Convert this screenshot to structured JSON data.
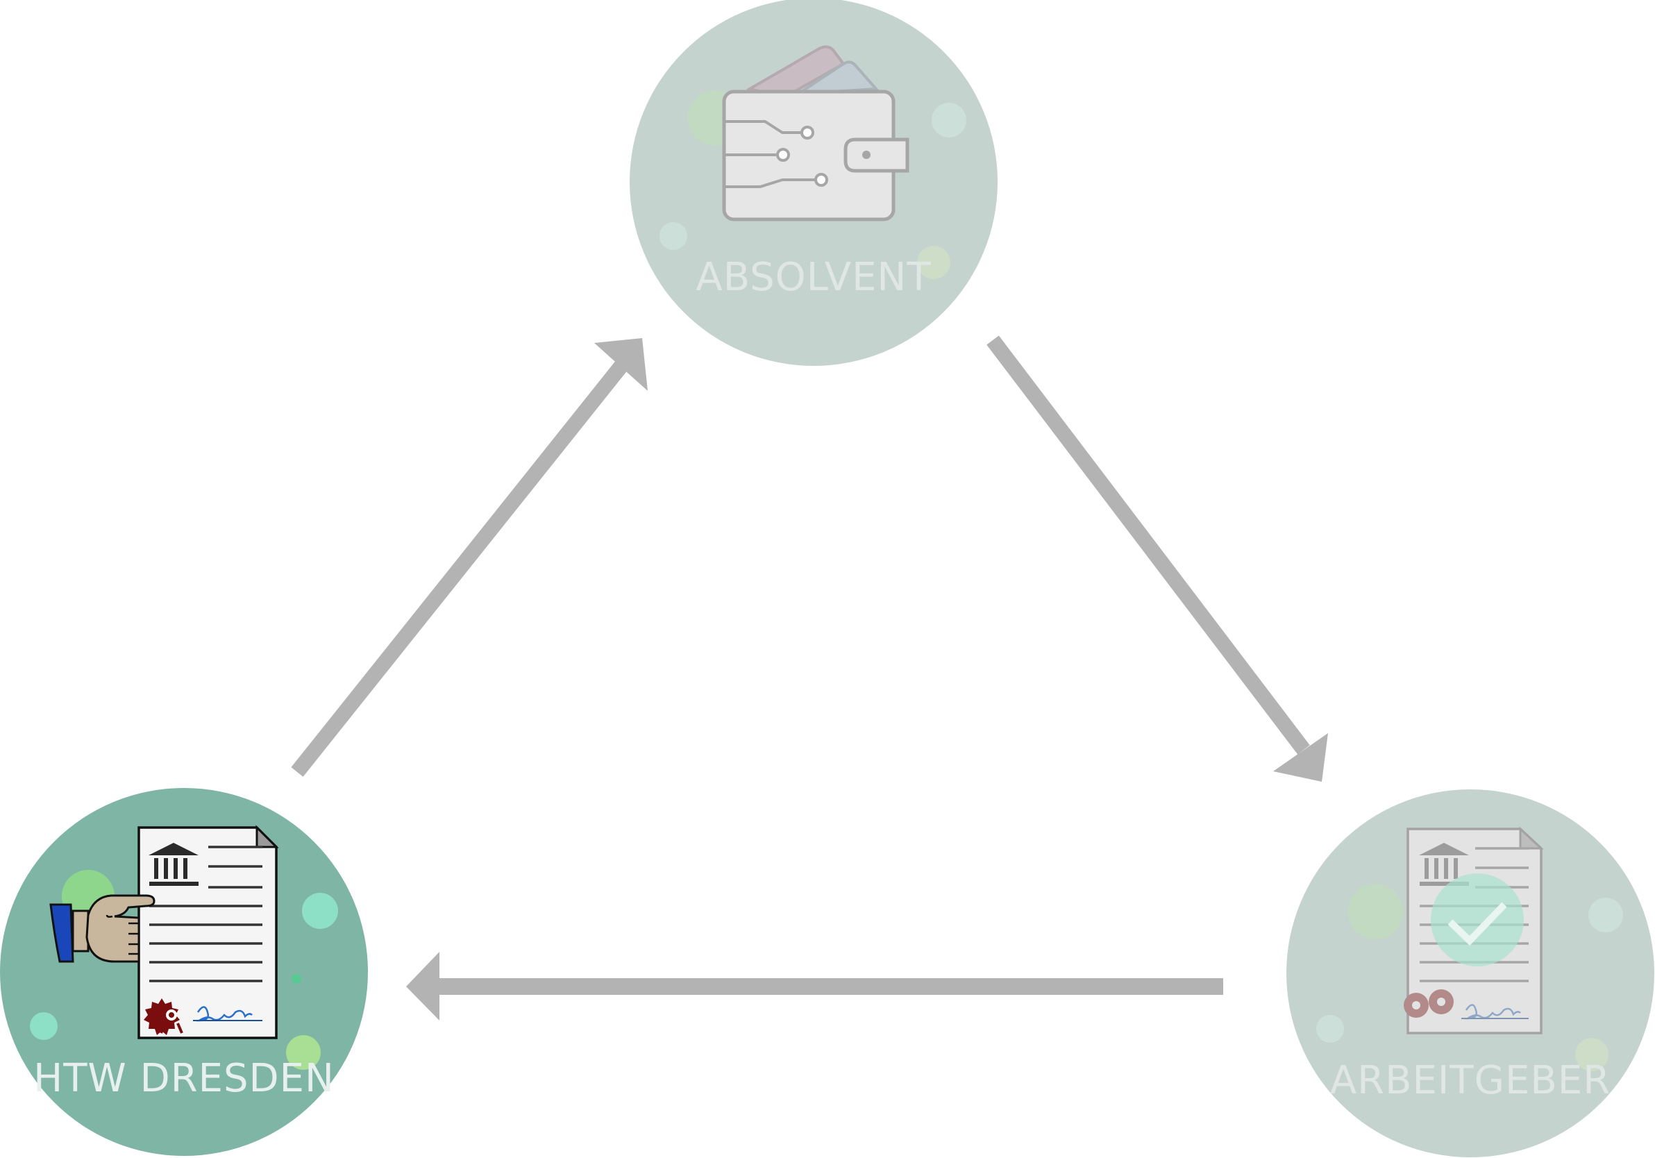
{
  "nodes": {
    "htw": {
      "label": "HTW DRESDEN",
      "circle_color": "#7fb5a4",
      "label_color": "#e8f0ee"
    },
    "absolvent": {
      "label": "ABSOLVENT",
      "circle_color": "#c5d3cf",
      "label_color": "#dfe6e4"
    },
    "arbeitgeber": {
      "label": "ARBEITGEBER",
      "circle_color": "#c5d3cf",
      "label_color": "#dfe6e4"
    }
  },
  "arrows": {
    "color": "#b3b3b3"
  }
}
